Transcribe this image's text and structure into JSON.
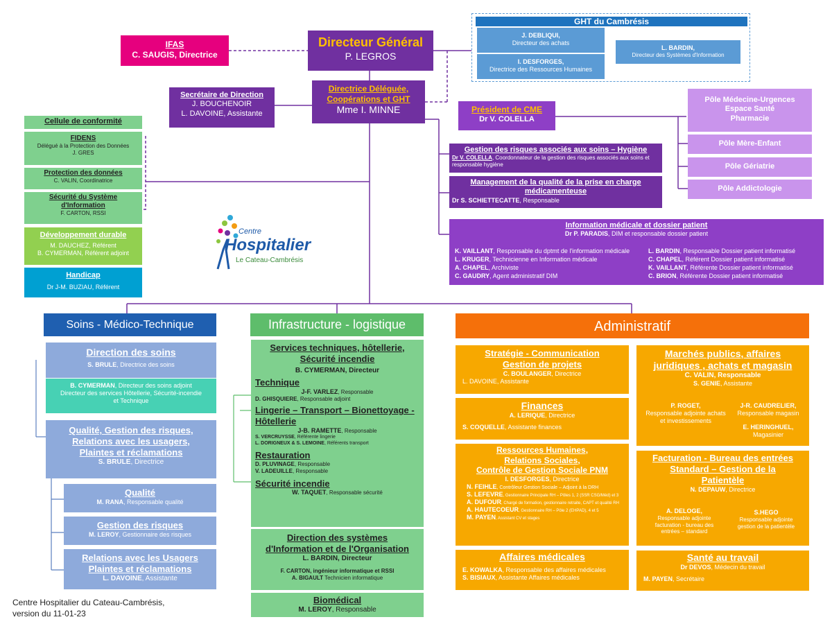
{
  "colors": {
    "directeur": "#7030a0",
    "ifas": "#e6007e",
    "ght": "#5b9bd5",
    "conformite": "#7fd08e",
    "dev_durable": "#92d050",
    "handicap": "#00a0d2",
    "poles": "#c994ec",
    "cme": "#8e3fc6",
    "soins": "#8eaadb",
    "infra": "#7fd08e",
    "admin": "#f7a800",
    "admin_head": "#f5700a",
    "accent_gold": "#ffc000"
  },
  "top": {
    "dg_title": "Directeur Général",
    "dg_name": "P. LEGROS",
    "ifas_title": "IFAS",
    "ifas_name": "C. SAUGIS, Directrice",
    "dd_title1": "Directrice Déléguée,",
    "dd_title2": "Coopérations et GHT",
    "dd_name": "Mme I. MINNE",
    "sec_title": "Secrétaire de Direction",
    "sec_line1": "J. BOUCHENOIR",
    "sec_line2": "L. DAVOINE, Assistante"
  },
  "ght": {
    "title": "GHT du Cambrésis",
    "a_name": "J. DEBLIQUI,",
    "a_role": "Directeur des achats",
    "b_name": "I. DESFORGES,",
    "b_role": "Directrice des Ressources Humaines",
    "c_name": "L. BARDIN,",
    "c_role": "Directeur des Systèmes d'Information"
  },
  "cme": {
    "title": "Président de CME",
    "name": "Dr V. COLELLA"
  },
  "poles": [
    {
      "l1": "Pôle Médecine-Urgences",
      "l2": "Espace Santé",
      "l3": "Pharmacie"
    },
    {
      "l1": "Pôle Mère-Enfant"
    },
    {
      "l1": "Pôle Gériatrie"
    },
    {
      "l1": "Pôle Addictologie"
    }
  ],
  "risques": {
    "title": "Gestion des risques associés aux soins – Hygiène",
    "name": "Dr V. COLELLA",
    "role": ", Coordonnateur de la gestion des risques associés aux soins et responsable hygiène"
  },
  "qualite_pec": {
    "title1": "Management de la qualité de la prise en charge",
    "title2": "médicamenteuse",
    "name": "Dr S. SCHIETTECATTE",
    "role": ", Responsable"
  },
  "dim": {
    "title": "Information médicale et dossier patient",
    "name": "Dr P. PARADIS",
    "role": ", DIM et responsable dossier patient",
    "left": [
      {
        "n": "K. VAILLANT",
        "r": ", Responsable du dptmt de l'information médicale"
      },
      {
        "n": "L. KRUGER",
        "r": ", Technicienne en Information médicale"
      },
      {
        "n": "A. CHAPEL",
        "r": ", Archiviste"
      },
      {
        "n": "C. GAUDRY",
        "r": ", Agent administratif DIM"
      }
    ],
    "right": [
      {
        "n": "L. BARDIN",
        "r": ", Responsable Dossier patient informatisé"
      },
      {
        "n": "C. CHAPEL",
        "r": ", Référent Dossier patient informatisé"
      },
      {
        "n": "K. VAILLANT",
        "r": ", Référente Dossier patient informatisé"
      },
      {
        "n": "C. BRION",
        "r": ", Référente Dossier patient informatisé"
      }
    ]
  },
  "conformite": {
    "title": "Cellule de conformité",
    "fidens_title": "FIDENS",
    "fidens_l1": "Délégué à la Protection des Données",
    "fidens_l2": "J. GRES",
    "pd_title": "Protection des données",
    "pd_l1": "C. VALIN, Coordinatrice",
    "ssi_title1": "Sécurité du Système",
    "ssi_title2": "d'Information",
    "ssi_l1": "F. CARTON, RSSI",
    "dd_title": "Développement durable",
    "dd_l1": "M. DAUCHEZ, Référent",
    "dd_l2": "B. CYMERMAN, Référent adjoint",
    "hand_title": "Handicap",
    "hand_l1": "Dr J-M. BUZIAU, Référent"
  },
  "logo": {
    "l1": "Centre",
    "l2": "Hospitalier",
    "l3": "Le Cateau-Cambrésis"
  },
  "soins": {
    "head": "Soins - Médico-Technique",
    "ds_title": "Direction des soins",
    "ds_name": "S. BRULE",
    "ds_role": ", Directrice des soins",
    "adj_name": "B. CYMERMAN",
    "adj_role": ", Directeur des soins adjoint",
    "adj_l2": "Directeur des services Hôtellerie, Sécurité-incendie",
    "adj_l3": "et Technique",
    "q_t1": "Qualité, Gestion des risques,",
    "q_t2": "Relations avec les usagers,",
    "q_t3": "Plaintes et réclamations",
    "q_name": "S. BRULE",
    "q_role": ", Directrice",
    "qual_title": "Qualité",
    "qual_name": "M. RANA",
    "qual_role": ", Responsable qualité",
    "gr_title": "Gestion des risques",
    "gr_name": "M. LEROY",
    "gr_role": ", Gestionnaire des risques",
    "ru_t1": "Relations avec les Usagers",
    "ru_t2": "Plaintes et réclamations",
    "ru_name": "L. DAVOINE",
    "ru_role": ", Assistante"
  },
  "infra": {
    "head": "Infrastructure - logistique",
    "st_t1": "Services techniques, hôtellerie,",
    "st_t2": "Sécurité incendie",
    "st_name": "B. CYMERMAN, Directeur",
    "tech_title": "Technique",
    "tech_n1": "J-F. VARLEZ",
    "tech_r1": ", Responsable",
    "tech_n2": "D. GHISQUIERE",
    "tech_r2": ", Responsable adjoint",
    "ling_t1": "Lingerie – Transport – Bionettoyage -",
    "ling_t2": "Hôtellerie",
    "ling_n1": "J-B. RAMETTE",
    "ling_r1": ", Responsable",
    "ling_n2": "S. VERCRUYSSE",
    "ling_r2": ", Référente lingerie",
    "ling_n3": "L. DORIGNEUX & S. LEMOINE",
    "ling_r3": ", Référents transport",
    "rest_title": "Restauration",
    "rest_n1": "D. PLUVINAGE",
    "rest_r1": ", Responsable",
    "rest_n2": "V. LADEUILLE",
    "rest_r2": ", Responsable",
    "si_title": "Sécurité incendie",
    "si_name": "W. TAQUET",
    "si_role": ", Responsable sécurité",
    "dsio_t1": "Direction des systèmes",
    "dsio_t2": "d'Information et de l'Organisation",
    "dsio_name": "L. BARDIN, Directeur",
    "dsio_l1": "F. CARTON, ingénieur informatique et RSSI",
    "dsio_n2": "A. BIGAULT",
    "dsio_r2": "  Technicien informatique",
    "bio_title": "Biomédical",
    "bio_name": "M. LEROY",
    "bio_role": ", Responsable"
  },
  "admin": {
    "head": "Administratif",
    "strat_t1": "Stratégie - Communication",
    "strat_t2": "Gestion de projets",
    "strat_name": "C. BOULANGER",
    "strat_role": ", Directrice",
    "strat_l2": "L. DAVOINE, Assistante",
    "fin_title": "Finances",
    "fin_name": "A. LERIQUE",
    "fin_role": ", Directrice",
    "fin_n2": "S. COQUELLE",
    "fin_r2": ", Assistante finances",
    "rh_t1": "Ressources Humaines,",
    "rh_t2": "Relations Sociales,",
    "rh_t3": "Contrôle de Gestion Sociale PNM",
    "rh_name": "I. DESFORGES",
    "rh_role": ", Directrice",
    "rh_rows": [
      {
        "n": "N. FEIHLE",
        "r": ", Contrôleur Gestion Sociale – Adjoint à la DRH"
      },
      {
        "n": "S. LEFEVRE",
        "r": ", Gestionnaire Principale RH – Pôles 1, 2 (SSR CSG/Méd) et 3"
      },
      {
        "n": "A. DUFOUR",
        "r": ", Chargé de formation, gestionnaire retraite, CAPT et qualité RH"
      },
      {
        "n": "A. HAUTECOEUR",
        "r": ", Gestionnaire RH – Pôle 2 (EHPAD), 4 et 5"
      },
      {
        "n": "M. PAYEN",
        "r": ", Assistant CV et stages"
      }
    ],
    "am_title": "Affaires médicales",
    "am_n1": "E. KOWALKA",
    "am_r1": ", Responsable des affaires médicales",
    "am_n2": "S. BISIAUX",
    "am_r2": ", Assistante Affaires médicales",
    "mp_t1": "Marchés publics, affaires",
    "mp_t2": "juridiques , achats et magasin",
    "mp_name": "C. VALIN, Responsable",
    "mp_n2": "S. GENIE",
    "mp_r2": ", Assistante",
    "mp_a1": "P. ROGET,",
    "mp_a2": "Responsable adjointe achats",
    "mp_a3": "et investissements",
    "mp_b1": "J-R. CAUDRELIER,",
    "mp_b2": "Responsable magasin",
    "mp_c1": "E. HERINGHUEL,",
    "mp_c2": "Magasinier",
    "fac_t1": "Facturation - Bureau des entrées",
    "fac_t2": "Standard – Gestion de la",
    "fac_t3": "Patientèle",
    "fac_name": "N. DEPAUW",
    "fac_role": ", Directrice",
    "fac_a1": "A. DELOGE,",
    "fac_a2": "Responsable adjointe",
    "fac_a3": "facturation - bureau des",
    "fac_a4": "entrées – standard",
    "fac_b1": "S.HEGO",
    "fac_b2": "Responsable adjointe",
    "fac_b3": "gestion de la patientèle",
    "st_title": "Santé au travail",
    "st_name": "Dr DEVOS",
    "st_role": ", Médecin du travail",
    "st_n2": "M. PAYEN",
    "st_r2": ", Secrétaire"
  },
  "footer": {
    "l1": "Centre Hospitalier du Cateau-Cambrésis,",
    "l2": "version du 11-01-23"
  }
}
